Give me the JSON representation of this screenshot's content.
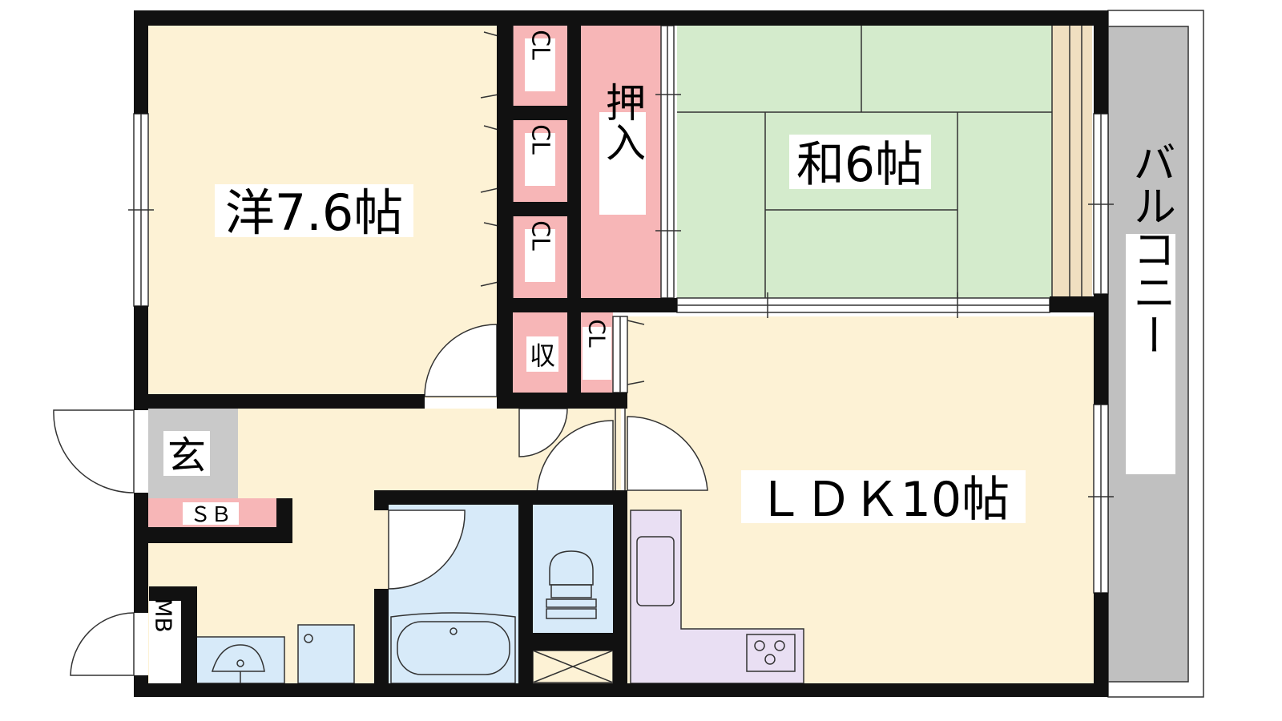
{
  "rooms": {
    "western": "洋7.6帖",
    "japanese": "和6帖",
    "ldk": "ＬＤＫ10帖",
    "balcony": "バルコニー",
    "entrance": "玄",
    "oshiire": "押入",
    "storage": "収",
    "closet": "CL",
    "shoebox": "ＳＢ",
    "meter_box": "MB"
  },
  "colors": {
    "western_floor": "#fdf2d5",
    "japanese_tatami": "#d4ebcc",
    "storage_pink": "#f7b6b7",
    "wet_area_blue": "#d7eaf9",
    "kitchen_purple": "#e9dff3",
    "balcony_gray": "#c0c0c0",
    "entrance_gray": "#c9c9c9",
    "wall": "#111111"
  }
}
